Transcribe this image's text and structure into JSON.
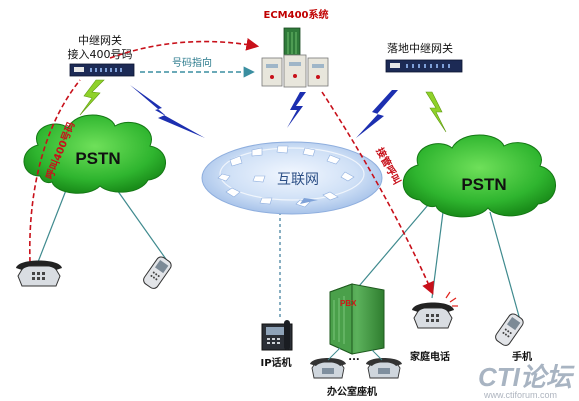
{
  "labels": {
    "ecm_system": "ECM400系统",
    "gateway_line1": "中继网关",
    "gateway_line2": "接入400号码",
    "landing_gateway": "落地中继网关",
    "number_pointing": "号码指向",
    "pstn_left": "PSTN",
    "pstn_right": "PSTN",
    "internet": "互联网",
    "call_400": "呼叫400号码",
    "dispatch_call": "接管呼叫",
    "ip_phone": "IP话机",
    "pbx": "PBX",
    "home_phone": "家庭电话",
    "mobile": "手机",
    "office_phone": "办公室座机",
    "ellipsis": "...",
    "logo_cti": "CTI论坛",
    "logo_url": "www.ctiforum.com"
  },
  "colors": {
    "cloud_green": "#2fb52f",
    "cloud_dark": "#157a15",
    "internet_blue": "#c5d8f2",
    "red_path": "#c8101a",
    "lightning_blue": "#1c2fb0",
    "lightning_green": "#8fd12a",
    "pbx_green": "#3a8a3a"
  }
}
